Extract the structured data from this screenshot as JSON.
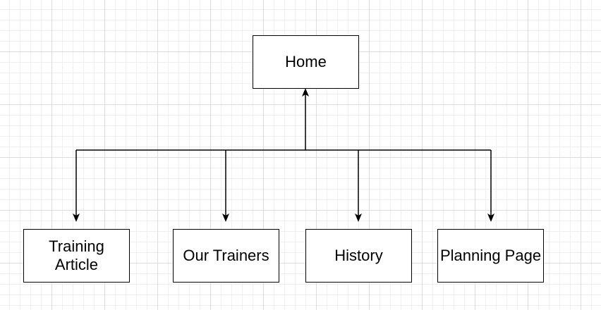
{
  "diagram": {
    "nodes": {
      "home": {
        "label": "Home"
      },
      "training": {
        "label": "Training\nArticle"
      },
      "trainers": {
        "label": "Our Trainers"
      },
      "history": {
        "label": "History"
      },
      "planning": {
        "label": "Planning Page"
      }
    },
    "edge_color": "#000000",
    "node_border_color": "#000000"
  }
}
